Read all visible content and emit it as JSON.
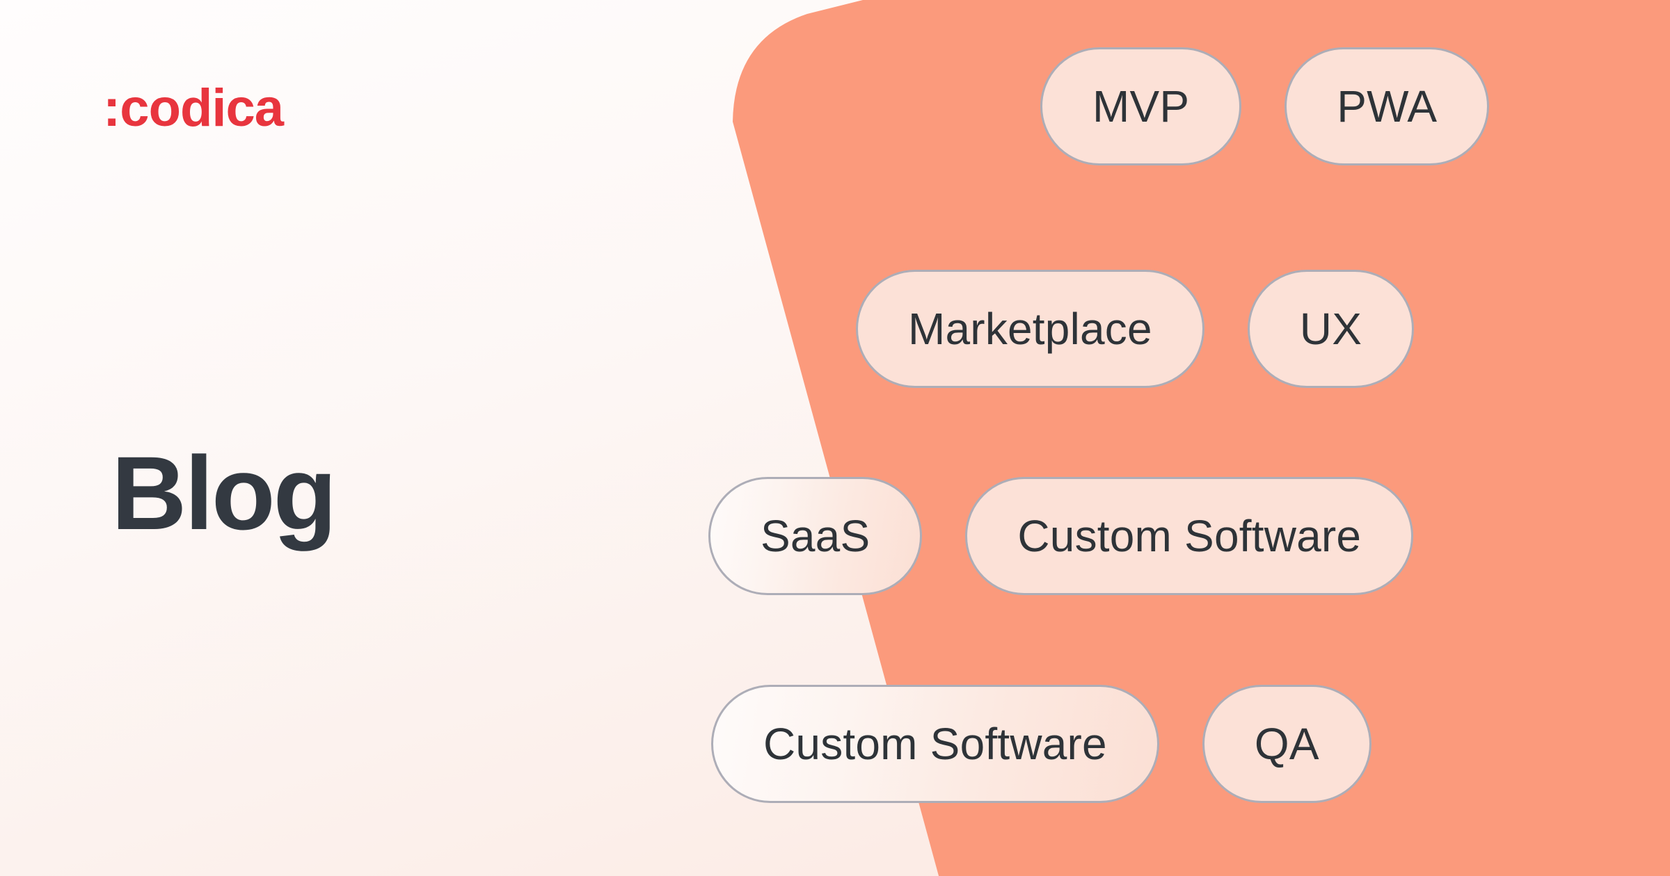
{
  "brand": {
    "logo_text": ":codica",
    "logo_color": "#E8353E"
  },
  "hero": {
    "title": "Blog",
    "title_color": "#333941"
  },
  "theme": {
    "panel_color": "#FB9A7C",
    "pill_fill": "#FCE1D7",
    "pill_border": "#ADADB7",
    "pill_text": "#2E3338",
    "page_background_start": "#FFFDFD",
    "page_background_end": "#FBE6DE"
  },
  "tags": {
    "rows": [
      {
        "row_name": "tag-row-1",
        "items": [
          {
            "label": "MVP",
            "style": "solid"
          },
          {
            "label": "PWA",
            "style": "solid"
          }
        ]
      },
      {
        "row_name": "tag-row-2",
        "items": [
          {
            "label": "Marketplace",
            "style": "solid"
          },
          {
            "label": "UX",
            "style": "solid"
          }
        ]
      },
      {
        "row_name": "tag-row-3",
        "items": [
          {
            "label": "SaaS",
            "style": "faded"
          },
          {
            "label": "Custom Software",
            "style": "solid"
          }
        ]
      },
      {
        "row_name": "tag-row-4",
        "items": [
          {
            "label": "Custom Software",
            "style": "faded"
          },
          {
            "label": "QA",
            "style": "solid"
          }
        ]
      }
    ]
  }
}
